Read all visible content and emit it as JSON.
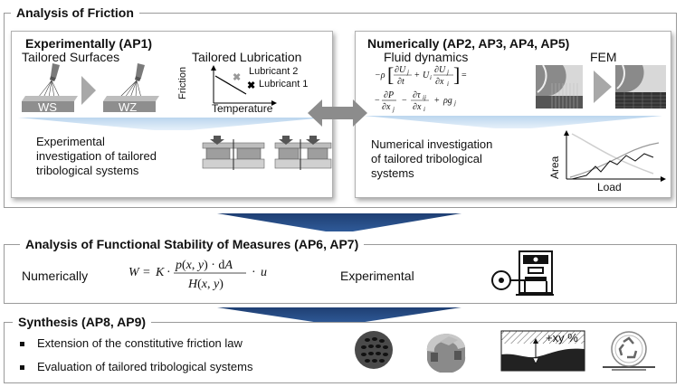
{
  "analysis_of_friction": {
    "title": "Analysis of Friction",
    "experimental": {
      "heading": "Experimentally (AP1)",
      "tailored_surfaces": "Tailored Surfaces",
      "ws": "WS",
      "wz": "WZ",
      "tailored_lubrication": "Tailored Lubrication",
      "friction_axis": "Friction",
      "temperature_axis": "Temperature",
      "lubricant_2": "Lubricant 2",
      "lubricant_1": "Lubricant 1",
      "investigation": [
        "Experimental",
        "investigation of tailored",
        "tribological systems"
      ]
    },
    "numerical": {
      "heading": "Numerically (AP2, AP3, AP4, AP5)",
      "fluid_dynamics": "Fluid dynamics",
      "fem": "FEM",
      "investigation": [
        "Numerical investigation",
        "of tailored tribological",
        "systems"
      ],
      "area_axis": "Area",
      "load_axis": "Load"
    }
  },
  "functional_stability": {
    "title": "Analysis of Functional Stability of Measures (AP6, AP7)",
    "numerically": "Numerically",
    "experimental": "Experimental"
  },
  "synthesis": {
    "title": "Synthesis (AP8, AP9)",
    "items": [
      "Extension of the constitutive friction law",
      "Evaluation of tailored tribological systems"
    ],
    "percent_label": "+xy %"
  },
  "colors": {
    "arrow_blue": "#1f3f73",
    "light_blue": "#bcd6ee",
    "gray_arrow": "#8c8c8c"
  }
}
